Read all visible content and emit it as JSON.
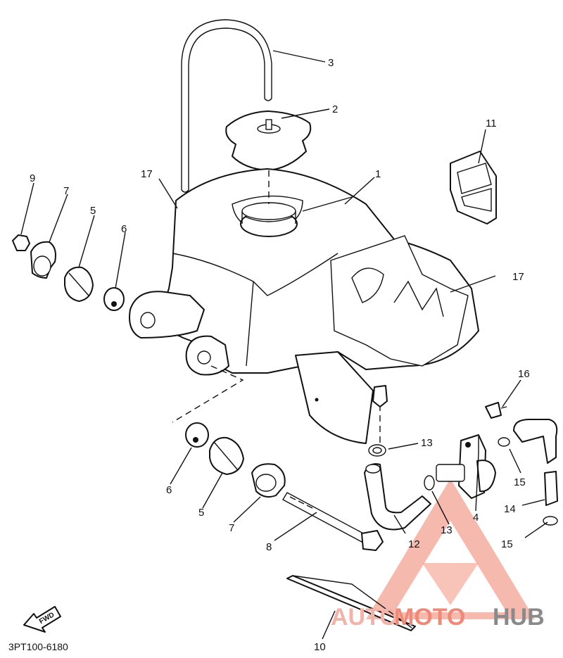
{
  "diagram": {
    "code": "3PT100-6180",
    "fwd_label": "FWD",
    "callouts": [
      "1",
      "2",
      "3",
      "4",
      "5",
      "5",
      "6",
      "6",
      "7",
      "7",
      "8",
      "9",
      "10",
      "11",
      "12",
      "13",
      "13",
      "14",
      "15",
      "15",
      "16",
      "17",
      "17"
    ]
  },
  "watermark": {
    "part1": "AUTO",
    "part2": "MOTO",
    "part3": "HUB",
    "colors": {
      "auto": "#f3b3a8",
      "moto": "#f08a78",
      "hub": "#8a8a8a",
      "triangle": "#f08a78"
    }
  }
}
